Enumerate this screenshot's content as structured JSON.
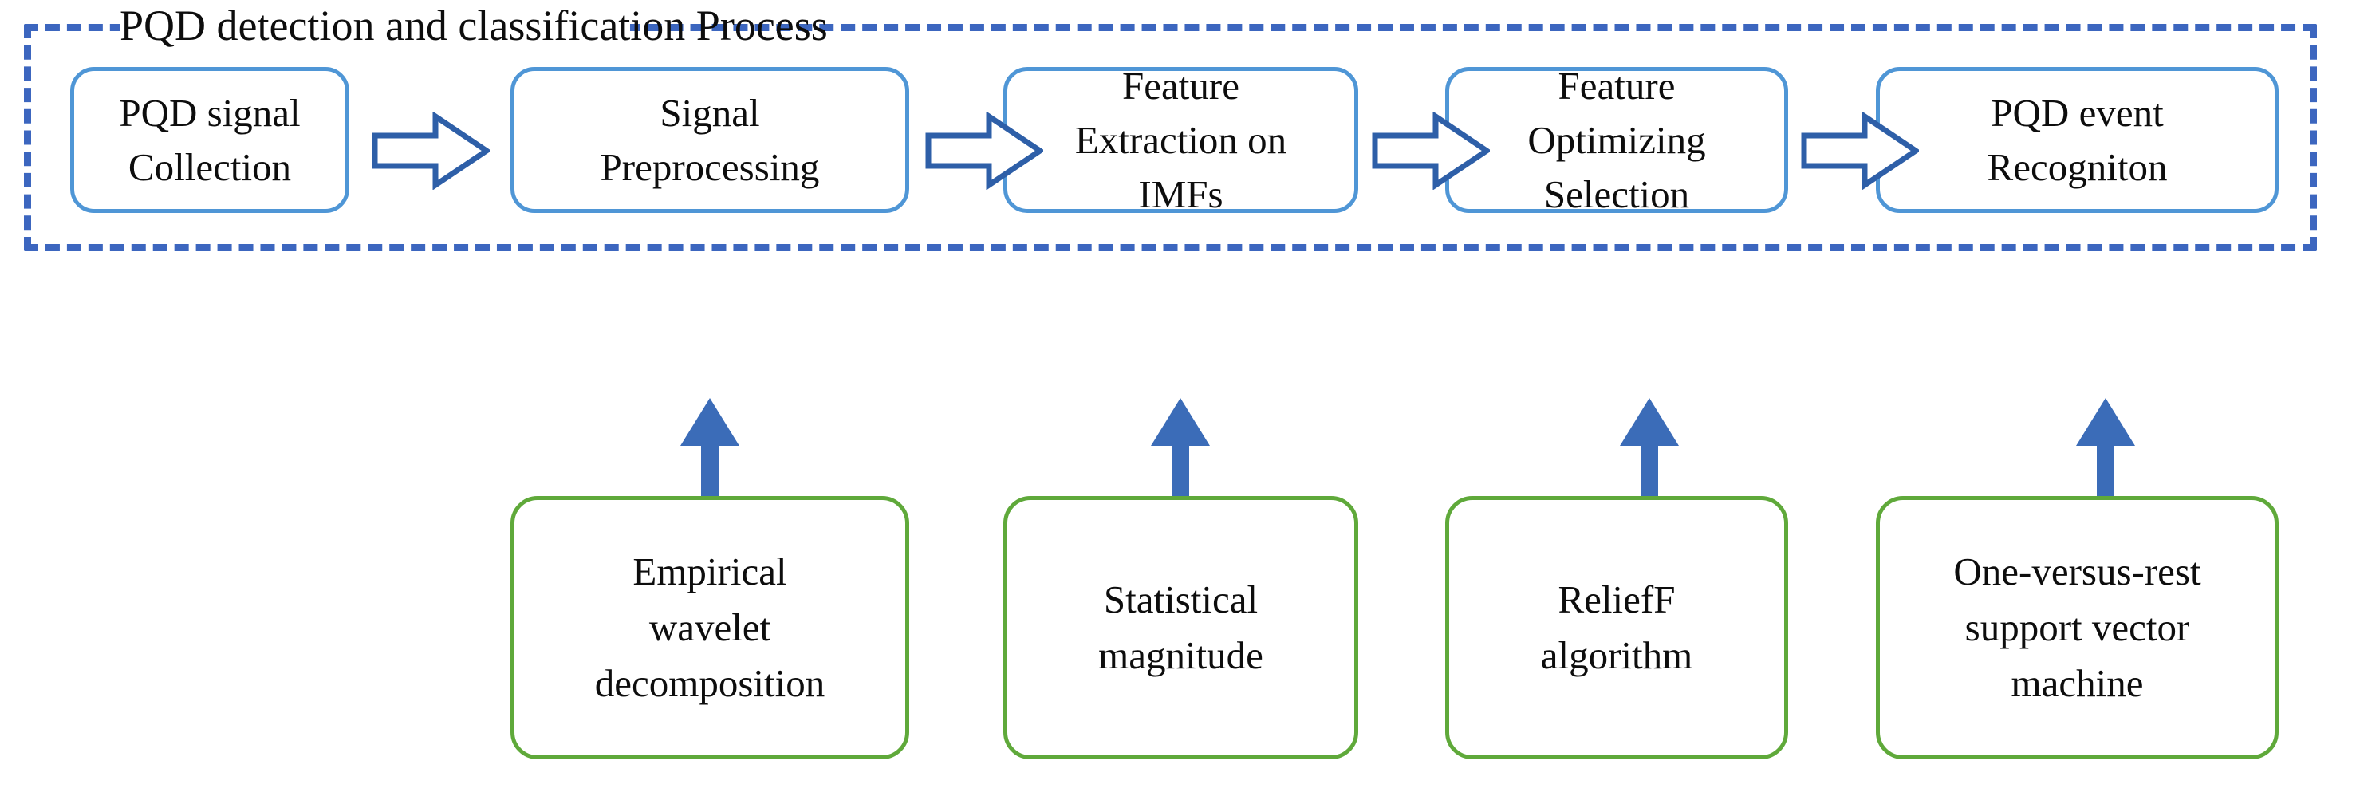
{
  "diagram": {
    "frame": {
      "title": "PQD detection and classification Process",
      "border_color": "#3c66bf",
      "border_style": "dashed"
    },
    "colors": {
      "process_box_border": "#4f96d6",
      "method_box_border": "#5fa93a",
      "chevron_arrow": "#2e5fa8",
      "up_arrow": "#3b6cb8",
      "text": "#0d0d0d",
      "background": "#ffffff"
    },
    "process_boxes": [
      {
        "id": "pqd-signal-collection",
        "lines": [
          "PQD signal",
          "Collection"
        ]
      },
      {
        "id": "signal-preprocessing",
        "lines": [
          "Signal",
          "Preprocessing"
        ]
      },
      {
        "id": "feature-extraction-on-imfs",
        "lines": [
          "Feature",
          "Extraction on",
          "IMFs"
        ]
      },
      {
        "id": "feature-optimizing-selection",
        "lines": [
          "Feature",
          "Optimizing",
          "Selection"
        ]
      },
      {
        "id": "pqd-event-recogniton",
        "lines": [
          "PQD event",
          "Recogniton"
        ]
      }
    ],
    "method_boxes": [
      {
        "id": "empirical-wavelet-decomposition",
        "lines": [
          "Empirical",
          "wavelet",
          "decomposition"
        ]
      },
      {
        "id": "statistical-magnitude",
        "lines": [
          "Statistical",
          "magnitude"
        ]
      },
      {
        "id": "relieff-algorithm",
        "lines": [
          "ReliefF",
          "algorithm"
        ]
      },
      {
        "id": "one-versus-rest-support-vector-machine",
        "lines": [
          "One-versus-rest",
          "support vector",
          "machine"
        ]
      }
    ],
    "chevron_arrows": [
      {
        "id": "arrow-1-to-2"
      },
      {
        "id": "arrow-2-to-3"
      },
      {
        "id": "arrow-3-to-4"
      },
      {
        "id": "arrow-4-to-5"
      }
    ],
    "up_arrows": [
      {
        "id": "uparrow-ewd-to-preprocessing"
      },
      {
        "id": "uparrow-statistical-to-extraction"
      },
      {
        "id": "uparrow-relieff-to-optimizing"
      },
      {
        "id": "uparrow-svm-to-recognition"
      }
    ]
  }
}
